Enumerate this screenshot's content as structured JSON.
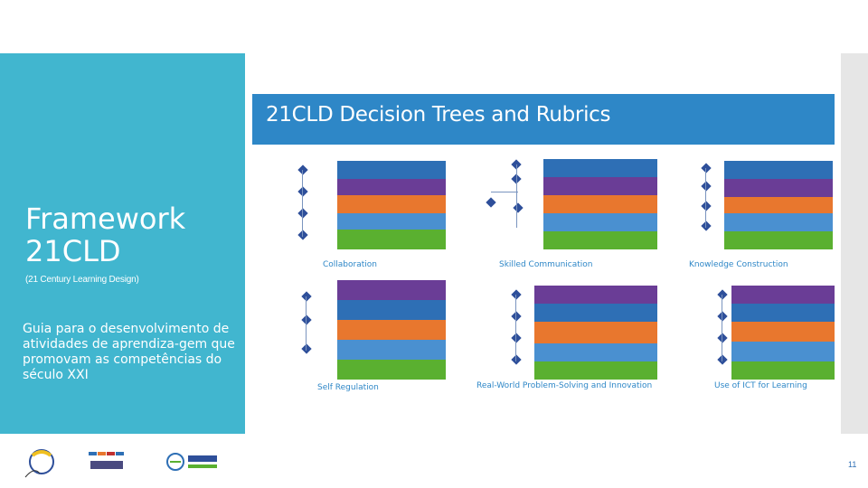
{
  "slide": {
    "title": "Framework 21CLD",
    "subtitle": "(21 Century Learning Design)",
    "description": "Guia para o desenvolvimento de atividades de aprendiza-gem que promovam as competências do século XXI",
    "page_number": "11"
  },
  "poster": {
    "title": "21CLD Decision Trees and Rubrics",
    "rubrics": [
      {
        "label": "Collaboration"
      },
      {
        "label": "Skilled Communication"
      },
      {
        "label": "Knowledge Construction"
      },
      {
        "label": "Self Regulation"
      },
      {
        "label": "Real-World Problem-Solving and Innovation"
      },
      {
        "label": "Use of ICT for Learning"
      }
    ]
  },
  "colors": {
    "teal": "#41b6cf",
    "header_blue": "#2e87c7",
    "band_purple": "#6a3d96",
    "band_blue": "#2e6fb5",
    "band_orange": "#e8772e",
    "band_lightblue": "#4a90d0",
    "band_green": "#5ab030"
  },
  "logos": [
    {
      "icon": "seal-logo-icon"
    },
    {
      "icon": "aerbp-logo-icon"
    },
    {
      "icon": "cfae-logo-icon"
    }
  ]
}
